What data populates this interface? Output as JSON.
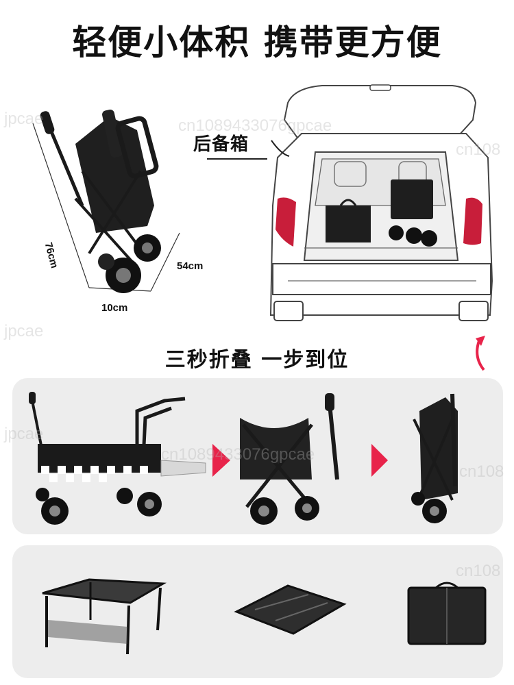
{
  "headline": "轻便小体积 携带更方便",
  "dimensions": {
    "height": "76cm",
    "depth": "54cm",
    "width": "10cm"
  },
  "trunk_label": "后备箱",
  "subheadline": "三秒折叠 一步到位",
  "watermarks": [
    "jpcae",
    "cn1089433076gpcae",
    "cn108",
    "jpcae",
    "jpcae",
    "cn1089433076gpcae",
    "cn108",
    "cn108"
  ],
  "colors": {
    "accent_arrow": "#e8234a",
    "panel": "#ededed",
    "frame": "#1a1a1a"
  },
  "icons": [
    "folded-wagon-image",
    "car-trunk-image",
    "wagon-open-image",
    "wagon-half-folded-image",
    "wagon-folded-image",
    "table-open-image",
    "table-folding-image",
    "table-folded-image",
    "next-arrow-icon"
  ]
}
